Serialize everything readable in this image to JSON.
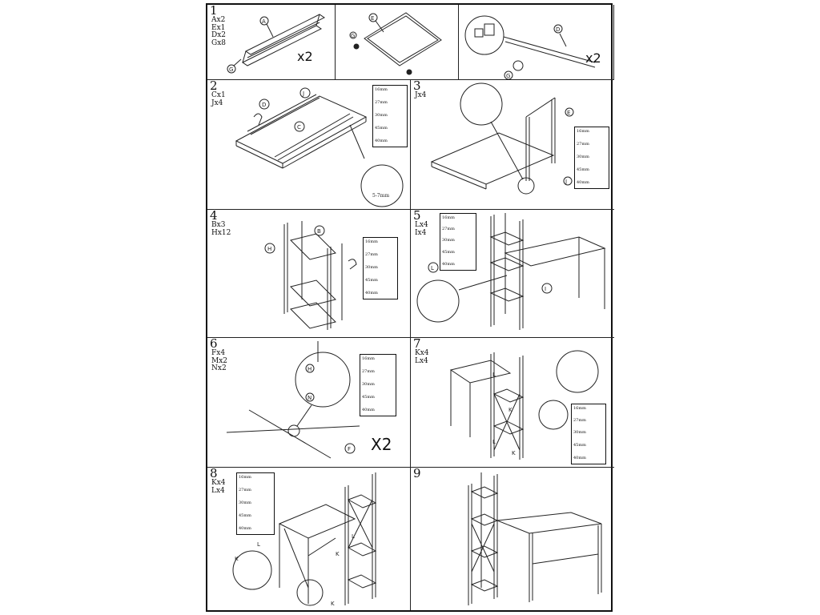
{
  "steps": [
    {
      "num": "1",
      "parts": [
        "Ax2",
        "Ex1",
        "Dx2",
        "Gx8"
      ]
    },
    {
      "num": "2",
      "parts": [
        "Cx1",
        "Jx4"
      ]
    },
    {
      "num": "3",
      "parts": [
        "Jx4"
      ]
    },
    {
      "num": "4",
      "parts": [
        "Bx3",
        "Hx12"
      ]
    },
    {
      "num": "5",
      "parts": [
        "Lx4",
        "Ix4"
      ]
    },
    {
      "num": "6",
      "parts": [
        "Fx4",
        "Mx2",
        "Nx2"
      ]
    },
    {
      "num": "7",
      "parts": [
        "Kx4",
        "Lx4"
      ]
    },
    {
      "num": "8",
      "parts": [
        "Kx4",
        "Lx4"
      ]
    },
    {
      "num": "9",
      "parts": []
    }
  ],
  "multipliers": {
    "step1a": "x2",
    "step1c": "x2",
    "step6": "X2"
  },
  "hardware": {
    "sizes": [
      "16mm",
      "27mm",
      "30mm",
      "45mm",
      "40mm"
    ]
  },
  "letters": {
    "A": "A",
    "B": "B",
    "C": "C",
    "D": "D",
    "E": "E",
    "F": "F",
    "G": "G",
    "H": "H",
    "I": "I",
    "J": "J",
    "K": "K",
    "L": "L",
    "M": "M",
    "N": "N"
  },
  "step2_detail": "5-7mm"
}
